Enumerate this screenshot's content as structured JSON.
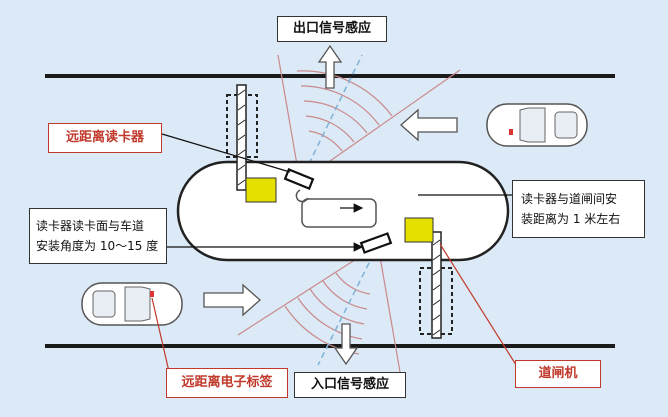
{
  "labels": {
    "exit_signal": "出口信号感应",
    "entry_signal": "入口信号感应",
    "remote_reader": "远距离读卡器",
    "remote_tag": "远距离电子标签",
    "barrier": "道闸机",
    "distance_note_line1": "读卡器与道闸间安",
    "distance_note_line2": "装距离为 1 米左右",
    "angle_note_line1": "读卡器读卡面与车道",
    "angle_note_line2": "安装角度为 10～15 度"
  },
  "colors": {
    "background": "#dce9f6",
    "lane_line": "#1a1a1a",
    "sector": "#c98a8a",
    "callout_red": "#c0392b",
    "yellow_box": "#e5e000",
    "dashed_axis": "#7fb2d8"
  }
}
